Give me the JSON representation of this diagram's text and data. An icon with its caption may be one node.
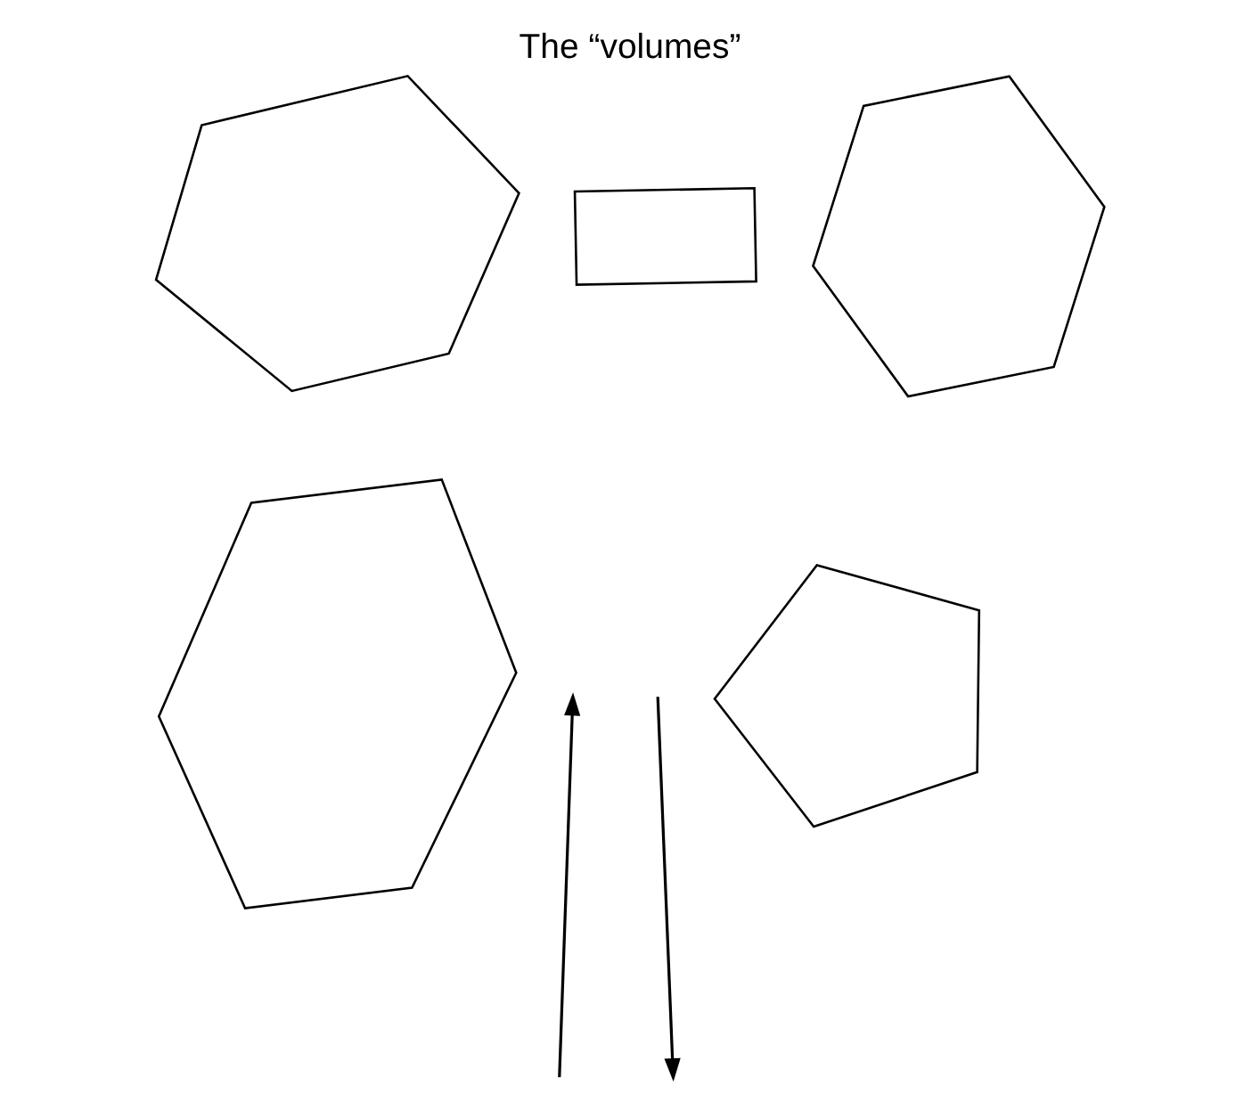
{
  "diagram": {
    "title": "The “volumes”",
    "nodes": [
      {
        "text": [],
        "shape": "polygon"
      },
      {
        "text": [],
        "shape": "polygon"
      },
      {
        "text": [],
        "shape": "polygon"
      },
      {
        "text": [],
        "shape": "polygon"
      },
      {
        "text": [],
        "shape": "polygon"
      }
    ]
  }
}
